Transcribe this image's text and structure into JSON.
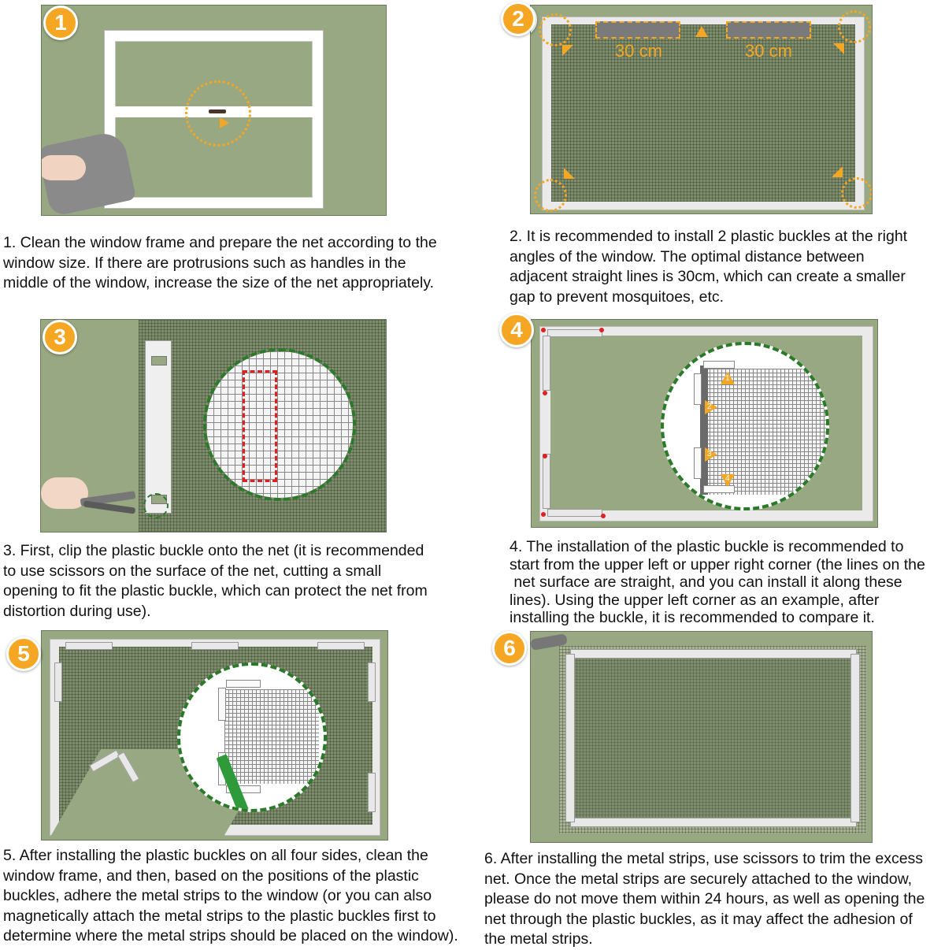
{
  "steps": [
    {
      "number": "1",
      "lines": [
        "1. Clean the window frame and prepare the net according to the",
        "window size. If there are protrusions such as handles in the",
        "middle of the window, increase the size of the net appropriately."
      ]
    },
    {
      "number": "2",
      "lines": [
        "2. It is recommended to install 2 plastic buckles at the right",
        "angles of the window. The optimal distance between",
        "adjacent straight lines is 30cm, which can create a smaller",
        "gap to prevent mosquitoes, etc."
      ],
      "spacing_left": "30 cm",
      "spacing_right": "30 cm"
    },
    {
      "number": "3",
      "lines": [
        "3. First, clip the plastic buckle onto the net (it is recommended",
        "to use scissors on the surface of the net, cutting a small",
        "opening to fit the plastic buckle, which can protect the net from",
        "distortion during use)."
      ]
    },
    {
      "number": "4",
      "lines": [
        "4. The installation of the plastic buckle is recommended to",
        "start from the upper left or upper right corner (the lines on the",
        " net surface are straight, and you can install it along these",
        "lines). Using the upper left corner as an example, after",
        "installing the buckle, it is recommended to compare it."
      ],
      "markers": [
        "1",
        "2",
        "3",
        "4"
      ]
    },
    {
      "number": "5",
      "lines": [
        "5. After installing the plastic buckles on all four sides, clean the",
        "window frame, and then, based on the positions of the plastic",
        "buckles, adhere the metal strips to the window (or you can also",
        "magnetically attach the metal strips to the plastic buckles first to",
        "determine where the metal strips should be placed on the window)."
      ]
    },
    {
      "number": "6",
      "lines": [
        "6. After installing the metal strips, use scissors to trim the excess",
        "net. Once the metal strips are securely attached to the window,",
        "please do not move them within 24 hours, as well as opening the",
        "net through the plastic buckles, as it may affect the adhesion of",
        "the metal strips."
      ]
    }
  ],
  "colors": {
    "background": "#98a882",
    "badge": "#f5a623",
    "accent_dashed_circle": "#2a7a2a",
    "cut_guide": "#e02020"
  }
}
